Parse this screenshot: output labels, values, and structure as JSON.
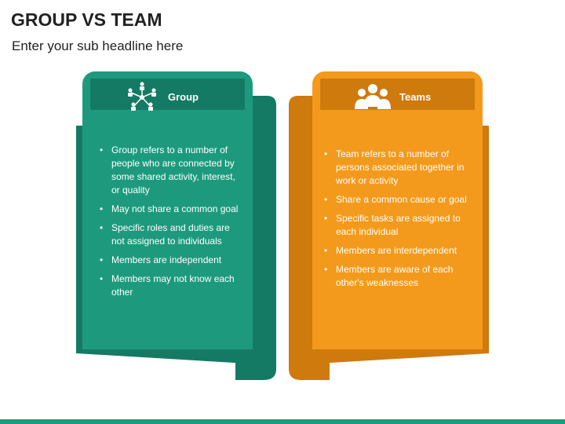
{
  "title": "GROUP VS TEAM",
  "subtitle": "Enter your sub headline here",
  "colors": {
    "group_main": "#1d9a7e",
    "group_dark": "#157a63",
    "team_main": "#f39a1c",
    "team_dark": "#cf7a0c"
  },
  "group": {
    "heading": "Group",
    "icon": "network-people-icon",
    "points": [
      "Group refers to a number of people who are connected by some shared activity, interest, or quality",
      "May not share a common goal",
      "Specific roles and duties are not assigned to individuals",
      "Members are independent",
      "Members may not know each other"
    ]
  },
  "team": {
    "heading": "Teams",
    "icon": "team-people-icon",
    "points": [
      "Team refers to a number of persons associated together in work or activity",
      "Share a common cause or goal",
      "Specific tasks are assigned to each individual",
      "Members are interdependent",
      "Members are aware of each other's weaknesses"
    ]
  }
}
